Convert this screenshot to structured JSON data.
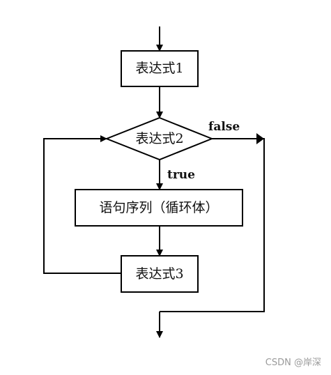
{
  "diagram": {
    "nodes": {
      "expr1": "表达式1",
      "expr2": "表达式2",
      "body": "语句序列（循环体）",
      "expr3": "表达式3"
    },
    "edges": {
      "true_label": "true",
      "false_label": "false"
    }
  },
  "watermark": "CSDN @岸深"
}
